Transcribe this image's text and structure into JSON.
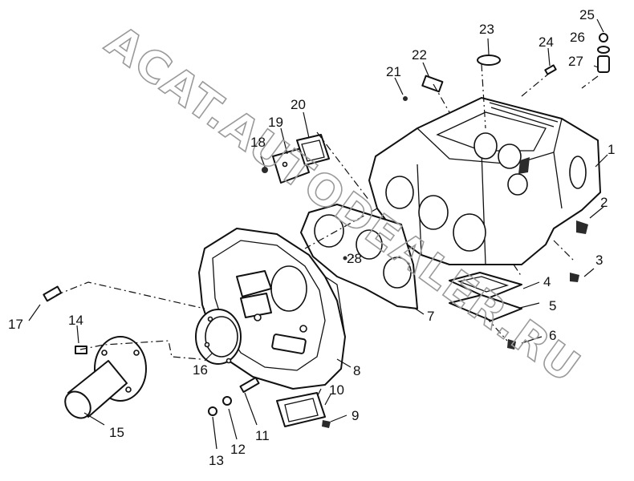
{
  "watermark": "ACAT.AUTODEALER.RU",
  "callouts": [
    "1",
    "2",
    "3",
    "4",
    "5",
    "6",
    "7",
    "8",
    "9",
    "10",
    "11",
    "12",
    "13",
    "14",
    "15",
    "16",
    "17",
    "18",
    "19",
    "20",
    "21",
    "22",
    "23",
    "24",
    "25",
    "26",
    "27",
    "28"
  ]
}
